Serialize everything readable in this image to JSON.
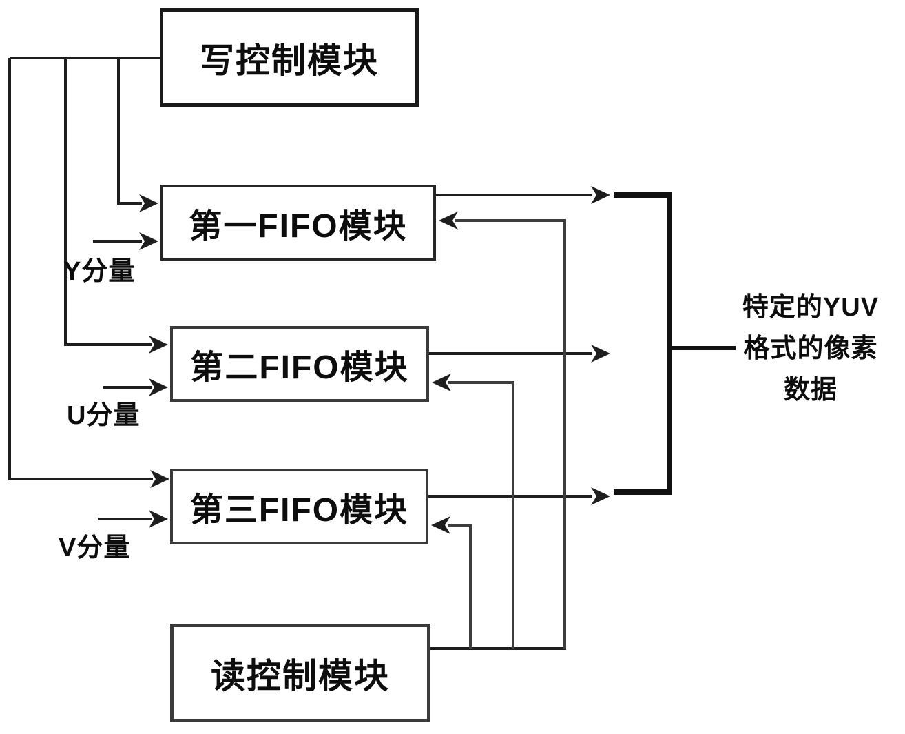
{
  "diagram": {
    "nodes": [
      {
        "id": "write-control",
        "label": "写控制模块"
      },
      {
        "id": "fifo-1",
        "label": "第一FIFO模块"
      },
      {
        "id": "fifo-2",
        "label": "第二FIFO模块"
      },
      {
        "id": "fifo-3",
        "label": "第三FIFO模块"
      },
      {
        "id": "read-control",
        "label": "读控制模块"
      }
    ],
    "input_labels": [
      {
        "id": "y-component",
        "label": "Y分量"
      },
      {
        "id": "u-component",
        "label": "U分量"
      },
      {
        "id": "v-component",
        "label": "V分量"
      }
    ],
    "output_label": {
      "line1": "特定的YUV",
      "line2": "格式的像素",
      "line3": "数据",
      "full": "特定的YUV格式的像素数据"
    },
    "edges": [
      {
        "from": "write-control",
        "to": "fifo-1"
      },
      {
        "from": "write-control",
        "to": "fifo-2"
      },
      {
        "from": "write-control",
        "to": "fifo-3"
      },
      {
        "from": "y-component",
        "to": "fifo-1"
      },
      {
        "from": "u-component",
        "to": "fifo-2"
      },
      {
        "from": "v-component",
        "to": "fifo-3"
      },
      {
        "from": "fifo-1",
        "to": "merged-output"
      },
      {
        "from": "fifo-2",
        "to": "merged-output"
      },
      {
        "from": "fifo-3",
        "to": "merged-output"
      },
      {
        "from": "read-control",
        "to": "fifo-1"
      },
      {
        "from": "read-control",
        "to": "fifo-2"
      },
      {
        "from": "read-control",
        "to": "fifo-3"
      }
    ],
    "colors": {
      "line": "#1e1e1e",
      "feedback_line": "#3d3d3d",
      "bracket": "#111111",
      "box_border": "#1f1f1f",
      "text": "#0d0d0d",
      "background": "#ffffff"
    }
  }
}
